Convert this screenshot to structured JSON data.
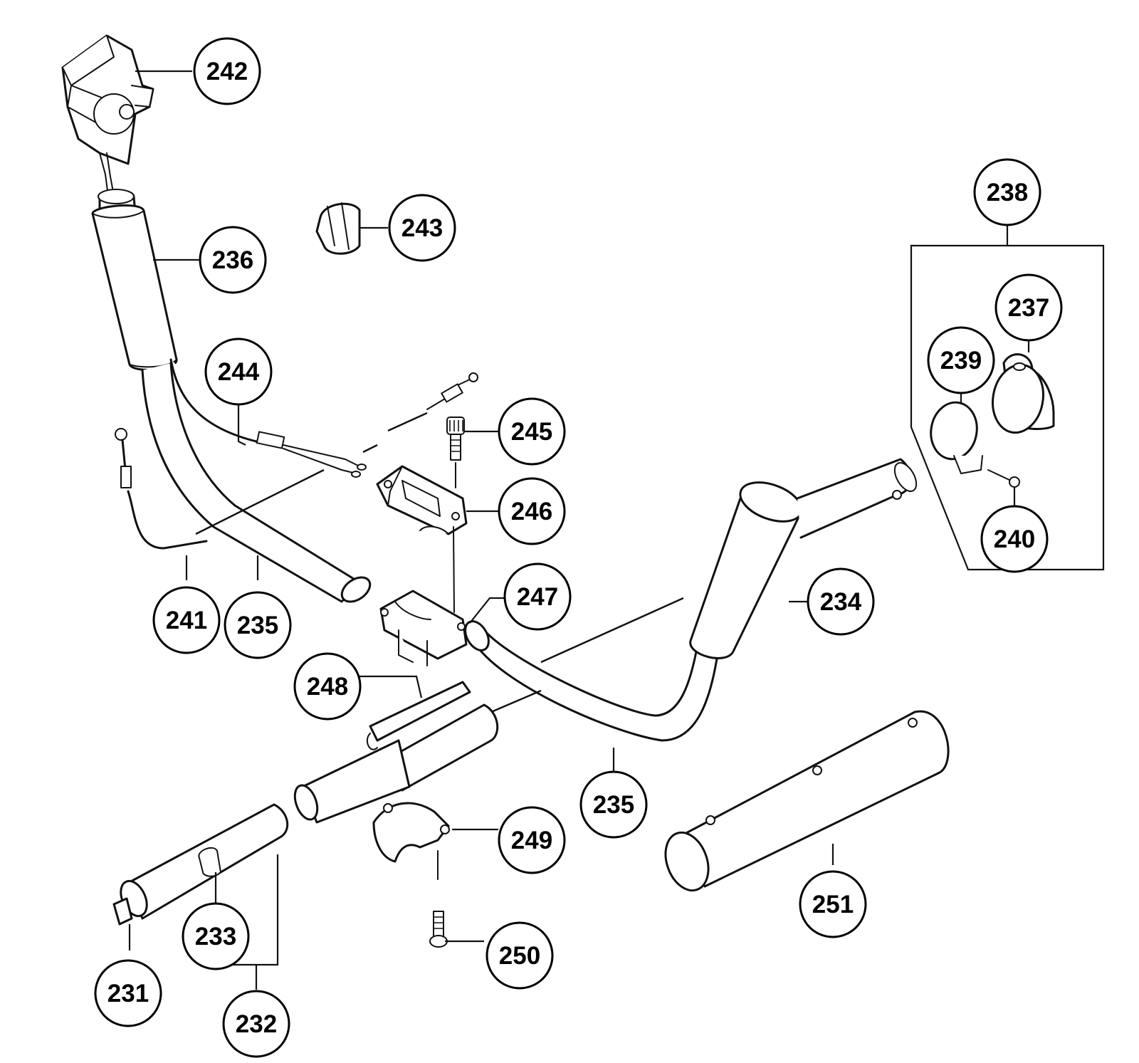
{
  "callouts": {
    "c231": "231",
    "c232": "232",
    "c233": "233",
    "c234": "234",
    "c235a": "235",
    "c235b": "235",
    "c236": "236",
    "c237": "237",
    "c238": "238",
    "c239": "239",
    "c240": "240",
    "c241": "241",
    "c242": "242",
    "c243": "243",
    "c244": "244",
    "c245": "245",
    "c246": "246",
    "c247": "247",
    "c248": "248",
    "c249": "249",
    "c250": "250",
    "c251": "251"
  },
  "colors": {
    "ink": "#111111",
    "paper": "#ffffff"
  }
}
